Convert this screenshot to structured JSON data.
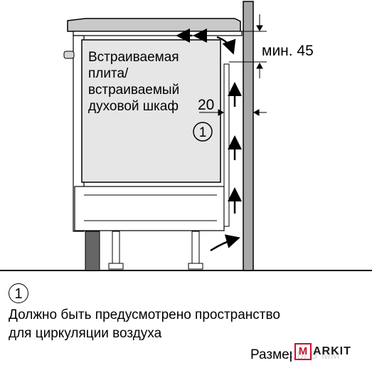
{
  "diagram": {
    "appliance_label_lines": [
      "Встраиваемая",
      "плита/",
      "встраиваемый",
      "духовой шкаф"
    ],
    "dim_top": "мин. 45",
    "dim_side": "20",
    "callout_number": "1"
  },
  "note": {
    "number": "1",
    "text_lines": [
      "Должно быть предусмотрено пространство",
      "для циркуляции воздуха"
    ]
  },
  "footer": {
    "units_text": "Размеры в мм"
  },
  "watermark": {
    "logo_letter": "M",
    "logo_rest": "ARKIT"
  },
  "colors": {
    "wall": "#a9a9a9",
    "appliance": "#e6e6e6",
    "hob": "#c9c9c9",
    "cabinet_line": "#000000",
    "brand_red": "#c8102e"
  }
}
